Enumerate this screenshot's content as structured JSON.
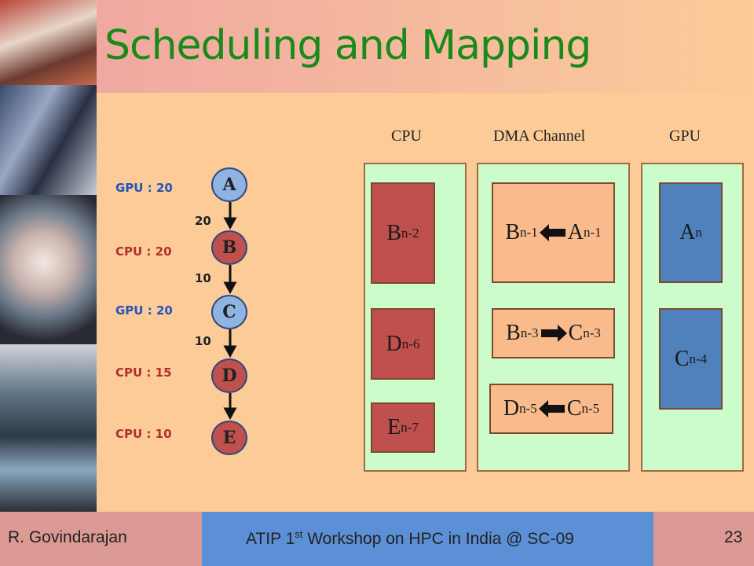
{
  "title": "Scheduling and Mapping",
  "footer": {
    "author": "R. Govindarajan",
    "event_pre": "ATIP 1",
    "event_sup": "st",
    "event_post": " Workshop on HPC in India @ SC-09",
    "page": "23"
  },
  "graph": {
    "nodes": [
      {
        "id": "A",
        "label": "A",
        "proc": "GPU",
        "cost": ": 20"
      },
      {
        "id": "B",
        "label": "B",
        "proc": "CPU",
        "cost": ": 20"
      },
      {
        "id": "C",
        "label": "C",
        "proc": "GPU",
        "cost": ": 20"
      },
      {
        "id": "D",
        "label": "D",
        "proc": "CPU",
        "cost": ": 15"
      },
      {
        "id": "E",
        "label": "E",
        "proc": "CPU",
        "cost": ": 10"
      }
    ],
    "edges": [
      "20",
      "10",
      "10"
    ]
  },
  "columns": {
    "cpu": "CPU",
    "dma": "DMA Channel",
    "gpu": "GPU"
  },
  "cpu_tasks": [
    {
      "base": "B",
      "sub": "n-2"
    },
    {
      "base": "D",
      "sub": "n-6"
    },
    {
      "base": "E",
      "sub": "n-7"
    }
  ],
  "dma_tasks": [
    {
      "left": "B",
      "left_sub": "n-1",
      "right": "A",
      "right_sub": "n-1",
      "arrow": "left"
    },
    {
      "left": "B",
      "left_sub": "n-3",
      "right": "C",
      "right_sub": "n-3",
      "arrow": "right"
    },
    {
      "left": "D",
      "left_sub": "n-5",
      "right": "C",
      "right_sub": "n-5",
      "arrow": "left"
    }
  ],
  "gpu_tasks": [
    {
      "base": "A",
      "sub": "n"
    },
    {
      "base": "C",
      "sub": "n-4"
    }
  ],
  "colors": {
    "title": "#1a8a1a",
    "cpu_task": "#c0504d",
    "gpu_task": "#4f81bd",
    "dma_task": "#f9bb8c",
    "panel": "#ccfccc"
  }
}
